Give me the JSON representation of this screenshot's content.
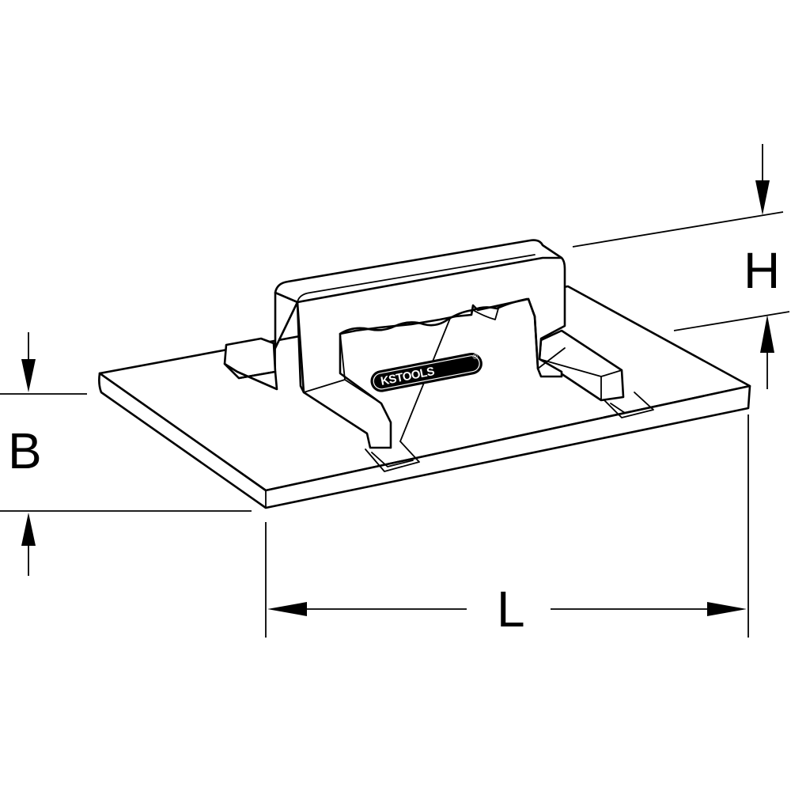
{
  "dimensions": {
    "height_label": "H",
    "width_label": "B",
    "length_label": "L"
  },
  "logo": {
    "text": "KSTOOLS",
    "mark": "®"
  },
  "colors": {
    "line": "#000000",
    "background": "#ffffff"
  }
}
